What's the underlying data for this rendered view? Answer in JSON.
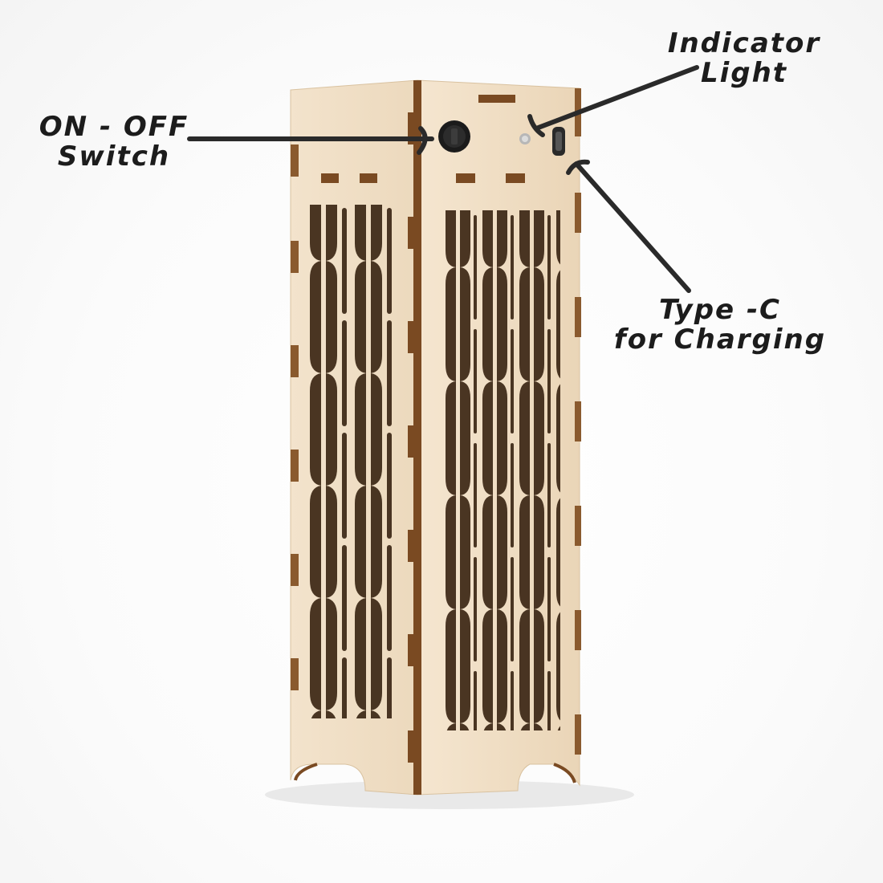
{
  "callouts": {
    "on_off": {
      "line1": "ON - OFF",
      "line2": "Switch"
    },
    "indicator": {
      "line1": "Indicator",
      "line2": "Light"
    },
    "type_c": {
      "line1": "Type -C",
      "line2": "for Charging"
    }
  },
  "colors": {
    "wood_light": "#f1dfc6",
    "wood_shade": "#e2caa8",
    "edge_burn": "#7a4a22",
    "cutout_dark": "#3b2614",
    "arrow": "#2a2a2a"
  },
  "icons": {
    "switch": "power-switch-icon",
    "indicator": "indicator-led-icon",
    "port": "usb-c-port-icon"
  }
}
